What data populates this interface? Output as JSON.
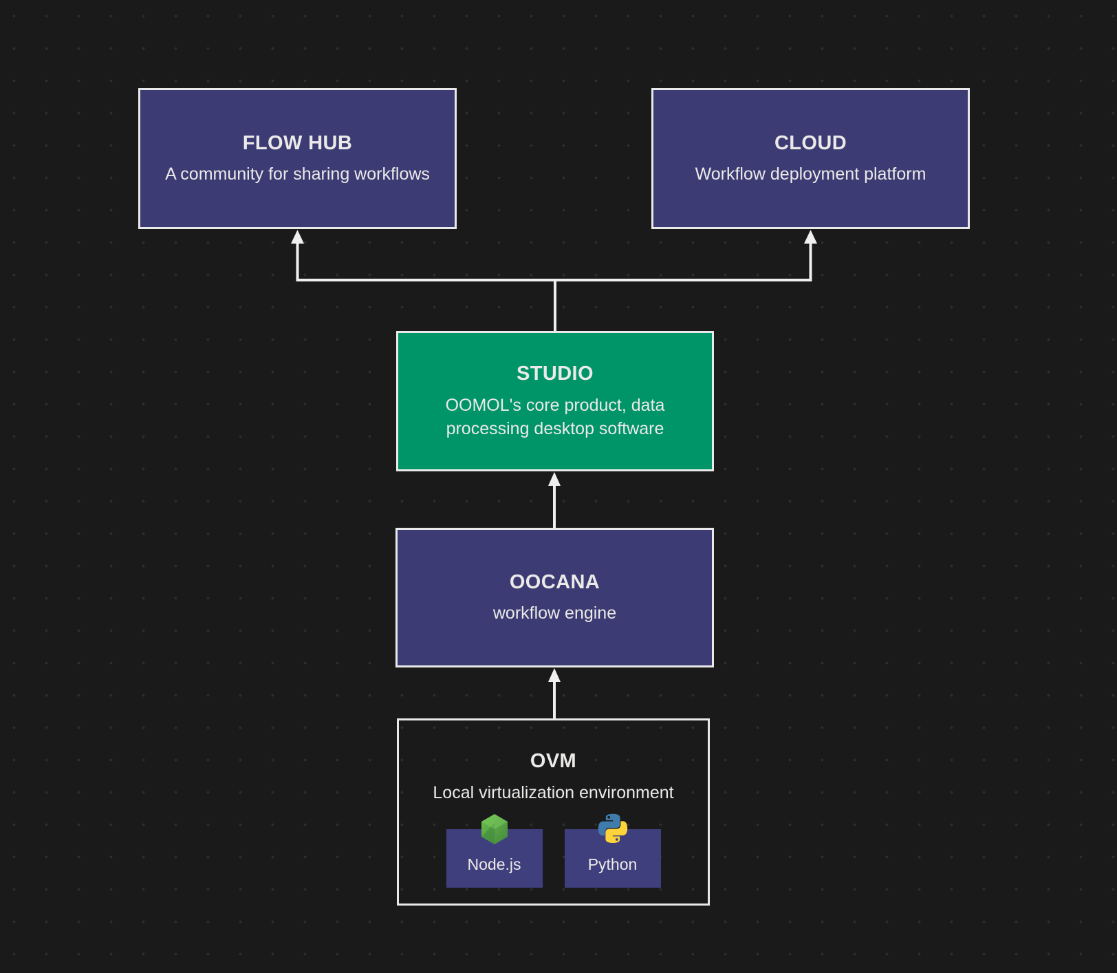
{
  "theme": {
    "bg": "#1a1a1a",
    "dot": "#2d2d2d",
    "purple": "#3c3b73",
    "purple_2": "#403f7d",
    "green": "#009469",
    "border": "#e9e9e9",
    "line": "#efefef",
    "text": "#eceae8"
  },
  "diagram": {
    "nodes": {
      "flow_hub": {
        "title": "FLOW HUB",
        "subtitle": "A community for sharing workflows"
      },
      "cloud": {
        "title": "CLOUD",
        "subtitle": "Workflow deployment platform"
      },
      "studio": {
        "title": "STUDIO",
        "subtitle": "OOMOL's core product, data processing desktop software"
      },
      "oocana": {
        "title": "OOCANA",
        "subtitle": "workflow engine"
      },
      "ovm": {
        "title": "OVM",
        "subtitle": "Local virtualization environment",
        "children": [
          {
            "label": "Node.js",
            "icon": "nodejs-icon"
          },
          {
            "label": "Python",
            "icon": "python-icon"
          }
        ]
      }
    },
    "edges": [
      "OVM -> OOCANA",
      "OOCANA -> STUDIO",
      "STUDIO -> FLOW HUB",
      "STUDIO -> CLOUD"
    ]
  }
}
